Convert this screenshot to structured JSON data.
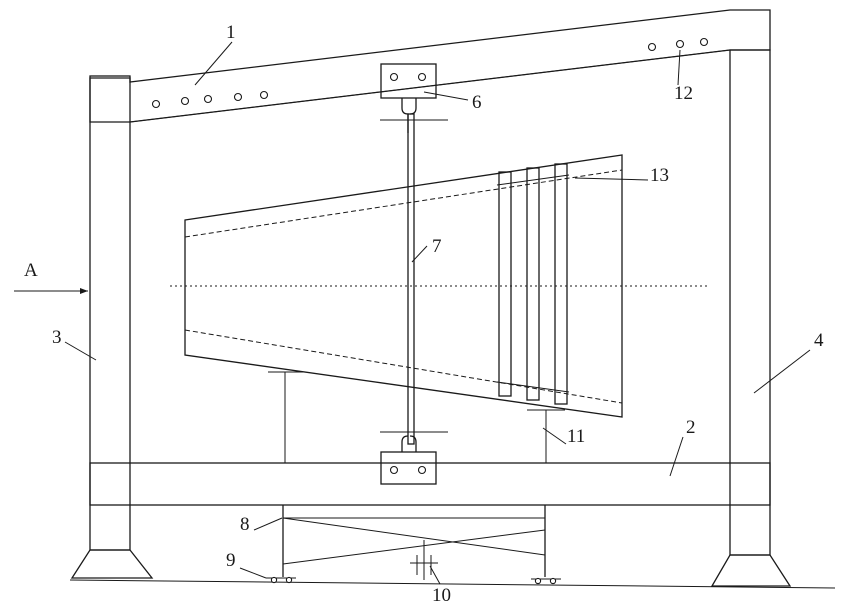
{
  "labels": {
    "l1": "1",
    "l2": "2",
    "l3": "3",
    "l4": "4",
    "l6": "6",
    "l7": "7",
    "l8": "8",
    "l9": "9",
    "l10": "10",
    "l11": "11",
    "l12": "12",
    "l13": "13",
    "view_a": "A"
  }
}
